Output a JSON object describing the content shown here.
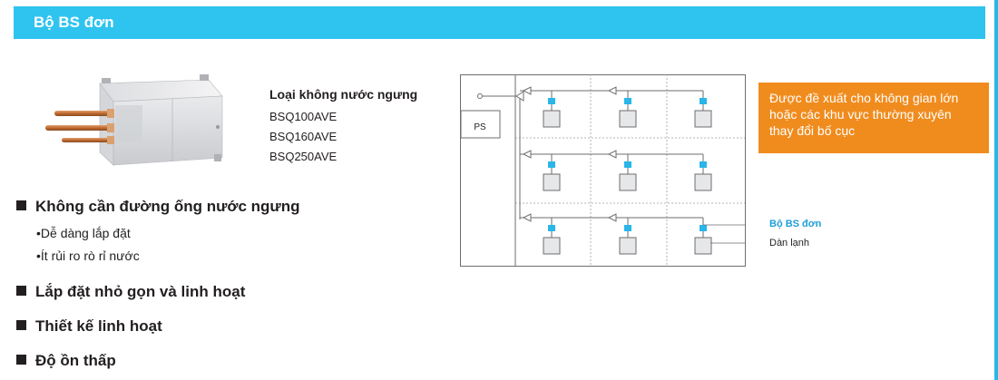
{
  "header": {
    "title": "Bộ BS đơn"
  },
  "models": {
    "title": "Loại không nước ngưng",
    "items": [
      "BSQ100AVE",
      "BSQ160AVE",
      "BSQ250AVE"
    ]
  },
  "features": [
    {
      "title": "Không cần đường ống nước ngưng",
      "subs": [
        "Dễ dàng lắp đặt",
        "Ít rủi ro rò rỉ nước"
      ]
    },
    {
      "title": "Lắp đặt nhỏ gọn và linh hoạt",
      "subs": []
    },
    {
      "title": "Thiết kế linh hoạt",
      "subs": []
    },
    {
      "title": "Độ ồn thấp",
      "subs": []
    }
  ],
  "diagram": {
    "ps_label": "PS",
    "bs_label": "Bộ BS đơn",
    "indoor_label": "Dàn lạnh"
  },
  "callout": {
    "text": "Được đề xuất cho không gian lớn hoặc các khu vực thường xuyên thay đổi bố cục"
  },
  "colors": {
    "header": "#2ec4ef",
    "callout": "#f08c1e",
    "bs_unit": "#29b6e9",
    "bs_label": "#1e9fd6"
  }
}
